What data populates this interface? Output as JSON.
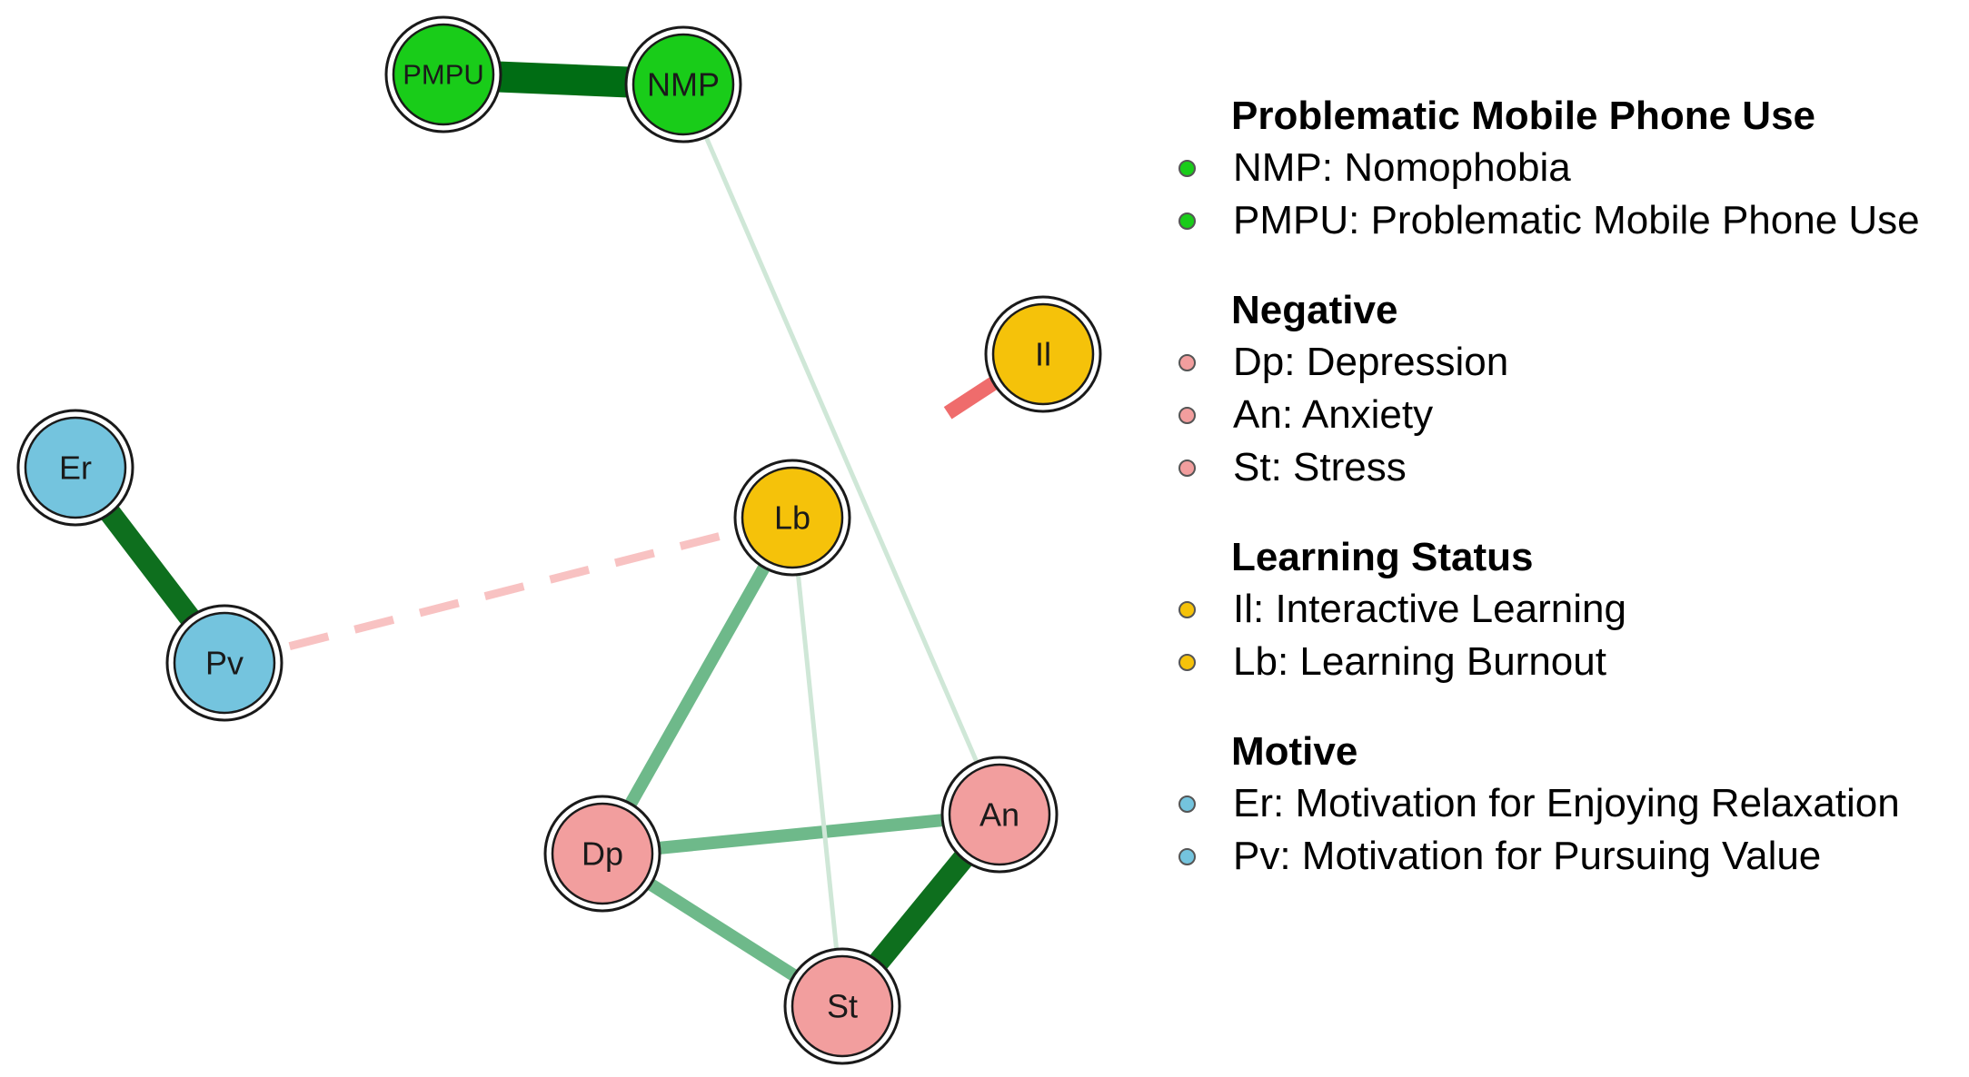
{
  "palette": {
    "Problematic Mobile Phone Use": "#19cc19",
    "Negative": "#f29e9e",
    "Learning Status": "#f5c20a",
    "Motive": "#74c4de"
  },
  "nodes": [
    {
      "id": "PMPU",
      "label": "PMPU",
      "group": "Problematic Mobile Phone Use"
    },
    {
      "id": "NMP",
      "label": "NMP",
      "group": "Problematic Mobile Phone Use"
    },
    {
      "id": "Il",
      "label": "Il",
      "group": "Learning Status"
    },
    {
      "id": "Lb",
      "label": "Lb",
      "group": "Learning Status"
    },
    {
      "id": "Er",
      "label": "Er",
      "group": "Motive"
    },
    {
      "id": "Pv",
      "label": "Pv",
      "group": "Motive"
    },
    {
      "id": "Dp",
      "label": "Dp",
      "group": "Negative"
    },
    {
      "id": "An",
      "label": "An",
      "group": "Negative"
    },
    {
      "id": "St",
      "label": "St",
      "group": "Negative"
    }
  ],
  "edges": [
    {
      "from": "PMPU",
      "to": "NMP",
      "sign": "positive",
      "strength": "very strong"
    },
    {
      "from": "Er",
      "to": "Pv",
      "sign": "positive",
      "strength": "strong"
    },
    {
      "from": "St",
      "to": "An",
      "sign": "positive",
      "strength": "strong"
    },
    {
      "from": "Lb",
      "to": "Dp",
      "sign": "positive",
      "strength": "moderate"
    },
    {
      "from": "Dp",
      "to": "An",
      "sign": "positive",
      "strength": "moderate"
    },
    {
      "from": "Dp",
      "to": "St",
      "sign": "positive",
      "strength": "moderate"
    },
    {
      "from": "NMP",
      "to": "An",
      "sign": "positive",
      "strength": "weak"
    },
    {
      "from": "Lb",
      "to": "St",
      "sign": "positive",
      "strength": "weak"
    },
    {
      "from": "Il",
      "to": "Lb",
      "sign": "negative",
      "strength": "moderate"
    },
    {
      "from": "Pv",
      "to": "Lb",
      "sign": "negative",
      "strength": "weak"
    }
  ],
  "legend": [
    {
      "title": "Problematic Mobile Phone Use",
      "items": [
        "NMP: Nomophobia",
        "PMPU: Problematic Mobile Phone Use"
      ]
    },
    {
      "title": "Negative",
      "items": [
        "Dp: Depression",
        "An: Anxiety",
        "St: Stress"
      ]
    },
    {
      "title": "Learning Status",
      "items": [
        "Il: Interactive Learning",
        "Lb: Learning Burnout"
      ]
    },
    {
      "title": "Motive",
      "items": [
        "Er: Motivation for Enjoying Relaxation",
        "Pv: Motivation for Pursuing Value"
      ]
    }
  ]
}
